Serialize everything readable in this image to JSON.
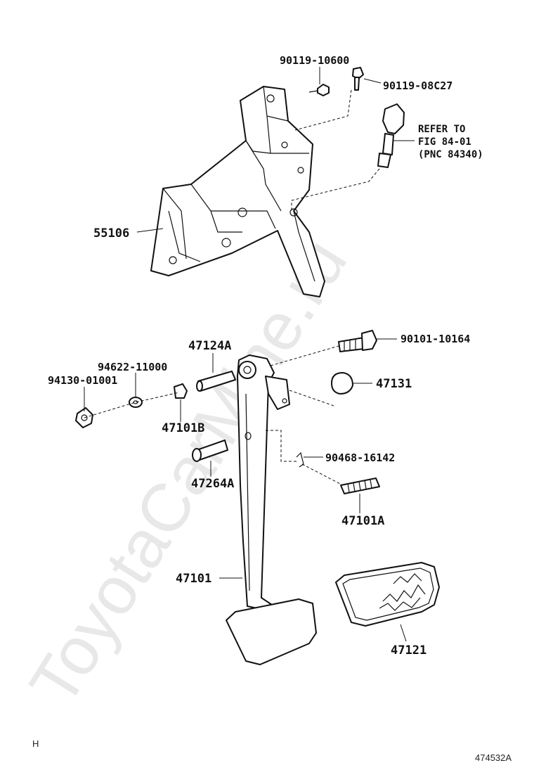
{
  "watermark": "ToyotaCarMine.ru",
  "footer": {
    "left_mark": "H",
    "figure_id": "474532A"
  },
  "parts": {
    "p90119_10600": "90119-10600",
    "p90119_08c27": "90119-08C27",
    "ref_line1": "REFER TO",
    "ref_line2": "FIG 84-01",
    "ref_line3": "(PNC 84340)",
    "p55106": "55106",
    "p90101_10164": "90101-10164",
    "p47124a": "47124A",
    "p94622_11000": "94622-11000",
    "p94130_01001": "94130-01001",
    "p47131": "47131",
    "p47101b": "47101B",
    "p90468_16142": "90468-16142",
    "p47264a": "47264A",
    "p47101a": "47101A",
    "p47101": "47101",
    "p47121": "47121"
  }
}
